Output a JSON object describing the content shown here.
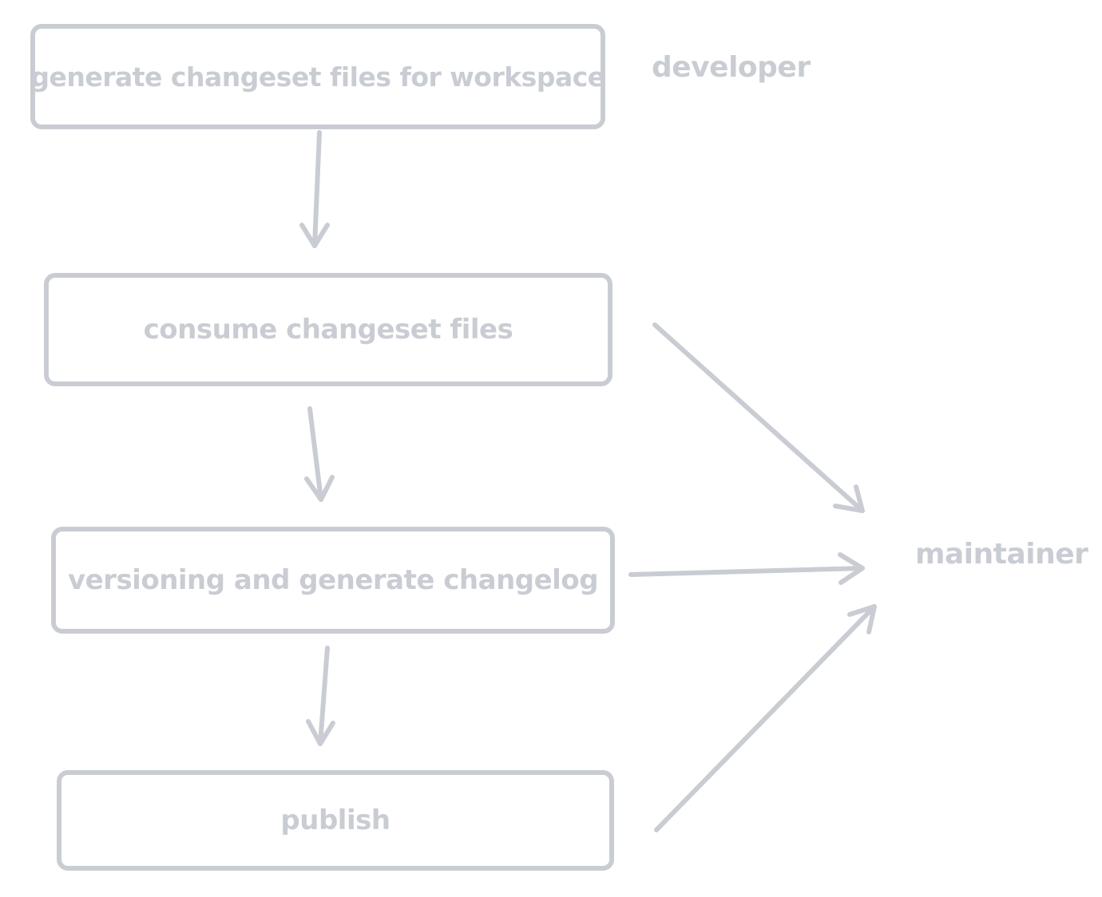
{
  "diagram": {
    "steps": [
      {
        "id": "generate",
        "label": "generate changeset files for workspace"
      },
      {
        "id": "consume",
        "label": "consume changeset files"
      },
      {
        "id": "version",
        "label": "versioning and generate changelog"
      },
      {
        "id": "publish",
        "label": "publish"
      }
    ],
    "actors": {
      "developer": "developer",
      "maintainer": "maintainer"
    },
    "edges": [
      {
        "from": "generate",
        "to": "consume"
      },
      {
        "from": "consume",
        "to": "version"
      },
      {
        "from": "version",
        "to": "publish"
      },
      {
        "from": "consume",
        "to": "maintainer"
      },
      {
        "from": "version",
        "to": "maintainer"
      },
      {
        "from": "publish",
        "to": "maintainer"
      }
    ],
    "colors": {
      "stroke": "#c9cdd3",
      "text": "#c9cdd3",
      "background": "#ffffff"
    }
  }
}
